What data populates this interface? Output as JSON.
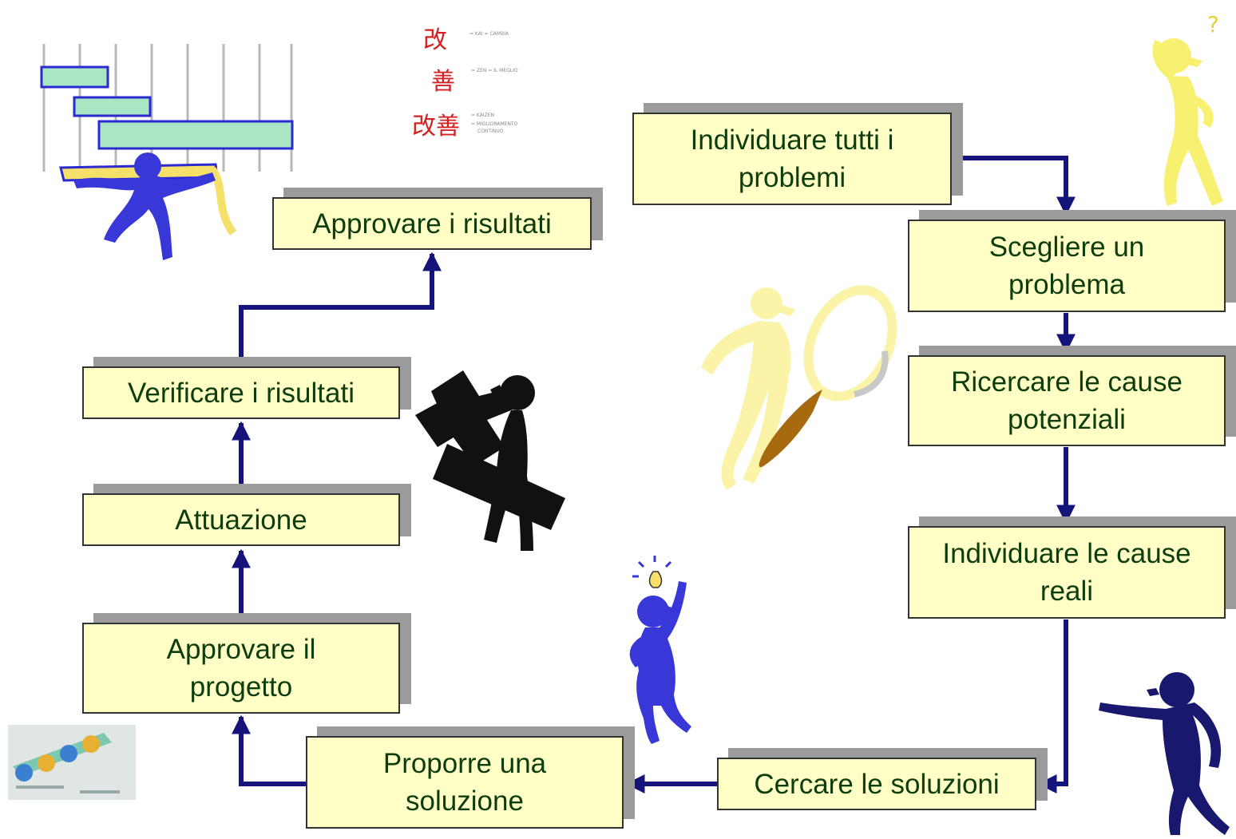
{
  "steps": {
    "individuare_problemi": "Individuare tutti i\nproblemi",
    "scegliere_problema": "Scegliere un\nproblema",
    "ricercare_cause": "Ricercare le cause\npotenziali",
    "individuare_cause_reali": "Individuare le cause\nreali",
    "cercare_soluzioni": "Cercare le soluzioni",
    "proporre_soluzione": "Proporre una\nsoluzione",
    "approvare_progetto": "Approvare il\nprogetto",
    "attuazione": "Attuazione",
    "verificare_risultati": "Verificare i risultati",
    "approvare_risultati": "Approvare i risultati"
  },
  "kaizen": {
    "kai": "改",
    "zen": "善",
    "kaizen": "改善",
    "kai_note": "= KAI = CAMBIA",
    "zen_note": "= ZEN = IL MEGLIO",
    "kaizen_note_1": "= KAIZEN",
    "kaizen_note_2": "= MIGLIORAMENTO",
    "kaizen_note_3": "CONTINUO"
  },
  "colors": {
    "box_fill": "#ffffc6",
    "box_text": "#0d3d0d",
    "arrow": "#14147a",
    "shadow": "#9b9b9b",
    "kanji": "#d42020"
  },
  "icons": [
    "gantt-atlas-figure-icon",
    "thinking-figure-icon",
    "magnifier-figure-icon",
    "hammer-worker-icon",
    "idea-figure-icon",
    "pointing-figure-icon",
    "pdca-slide-thumbnail"
  ]
}
